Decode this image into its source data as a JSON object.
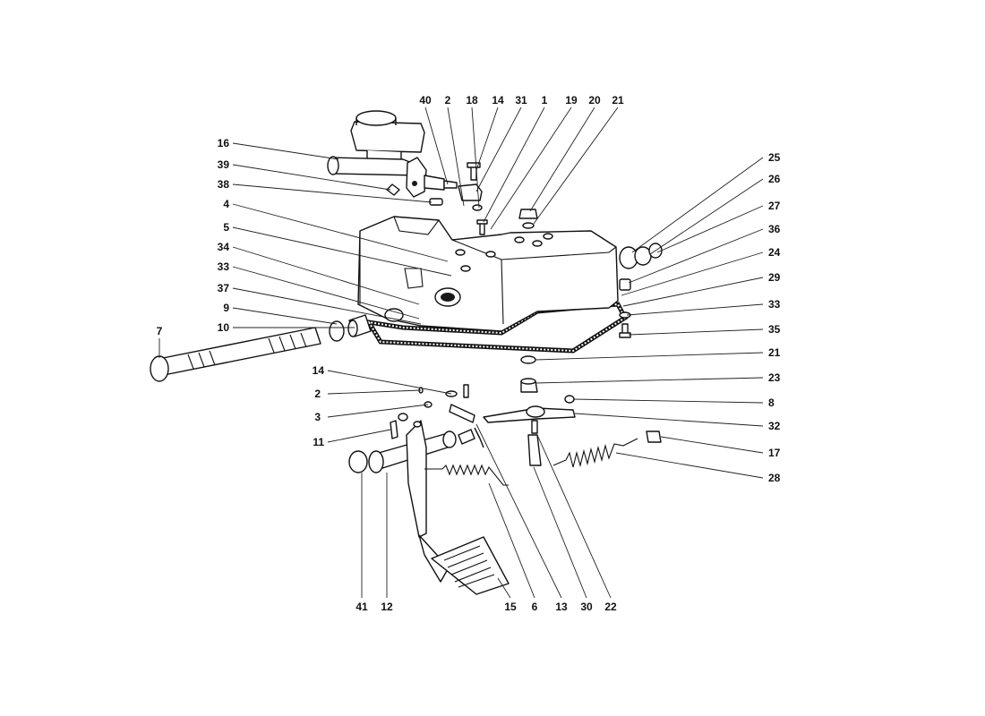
{
  "diagram": {
    "labels": {
      "top": [
        "40",
        "2",
        "18",
        "14",
        "31",
        "1",
        "19",
        "20",
        "21"
      ],
      "left": [
        "16",
        "39",
        "38",
        "4",
        "5",
        "34",
        "33",
        "37",
        "9",
        "10",
        "7",
        "14",
        "2",
        "3",
        "11"
      ],
      "right": [
        "25",
        "26",
        "27",
        "36",
        "24",
        "29",
        "33",
        "35",
        "21",
        "23",
        "8",
        "32",
        "17",
        "28"
      ],
      "bottom": [
        "41",
        "12",
        "15",
        "6",
        "13",
        "30",
        "22"
      ]
    }
  }
}
